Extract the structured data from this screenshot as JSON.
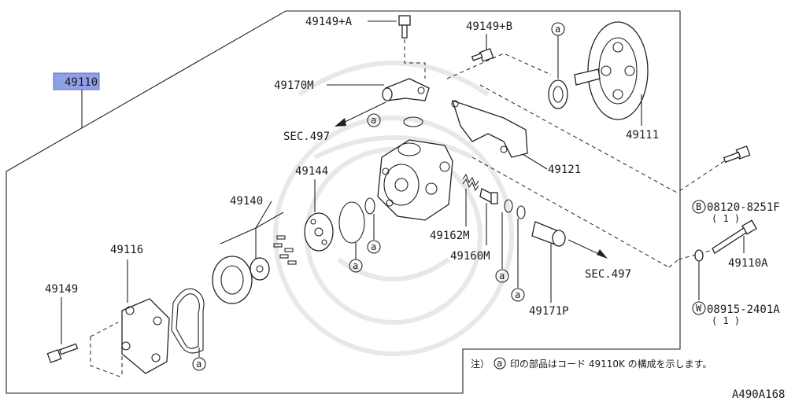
{
  "diagram": {
    "main_label": "49110",
    "parts": {
      "p49149a": "49149+A",
      "p49149b": "49149+B",
      "p49170m": "49170M",
      "sec497_top": "SEC.497",
      "p49111": "49111",
      "p49121": "49121",
      "p49144": "49144",
      "p49140": "49140",
      "p49116": "49116",
      "p49149": "49149",
      "p49162m": "49162M",
      "p49160m": "49160M",
      "sec497_bottom": "SEC.497",
      "p49171p": "49171P",
      "p49110a": "49110A",
      "b_code": "08120-8251F",
      "b_qty": "( 1 )",
      "w_code": "08915-2401A",
      "w_qty": "( 1 )"
    },
    "marker_a": "a",
    "marker_b": "B",
    "marker_w": "W",
    "note_prefix": "注）",
    "note_text": "印の部品はコード 49110K の構成を示します。",
    "ref_code": "A490A168"
  }
}
